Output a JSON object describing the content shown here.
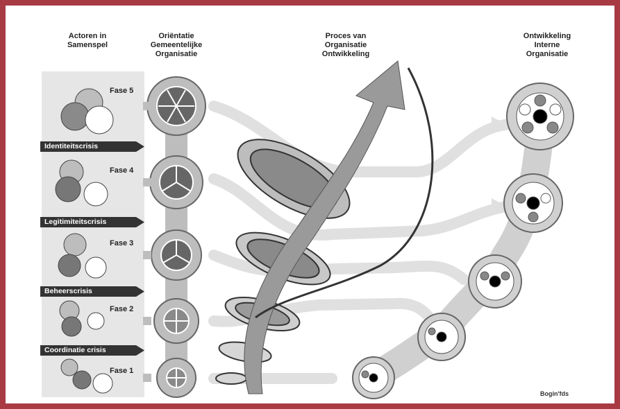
{
  "headings": {
    "actors": "Actoren in\nSamenspel",
    "orientation": "Oriëntatie\nGemeentelijke\nOrganisatie",
    "process": "Proces van\nOrganisatie\nOntwikkeling",
    "development": "Ontwikkeling\nInterne\nOrganisatie"
  },
  "phases": [
    {
      "label": "Fase 5"
    },
    {
      "label": "Fase 4"
    },
    {
      "label": "Fase 3"
    },
    {
      "label": "Fase 2"
    },
    {
      "label": "Fase 1"
    }
  ],
  "crises": [
    {
      "label": "Identiteitscrisis"
    },
    {
      "label": "Legitimiteitscrisis"
    },
    {
      "label": "Beheerscrisis"
    },
    {
      "label": "Coordinatie crisis"
    }
  ],
  "credit": "Bogin'fds",
  "colors": {
    "frame": "#a83a44",
    "dark": "#333333",
    "mid": "#8a8a8a",
    "light": "#d6d6d6",
    "arrow": "#e2e2e2"
  }
}
